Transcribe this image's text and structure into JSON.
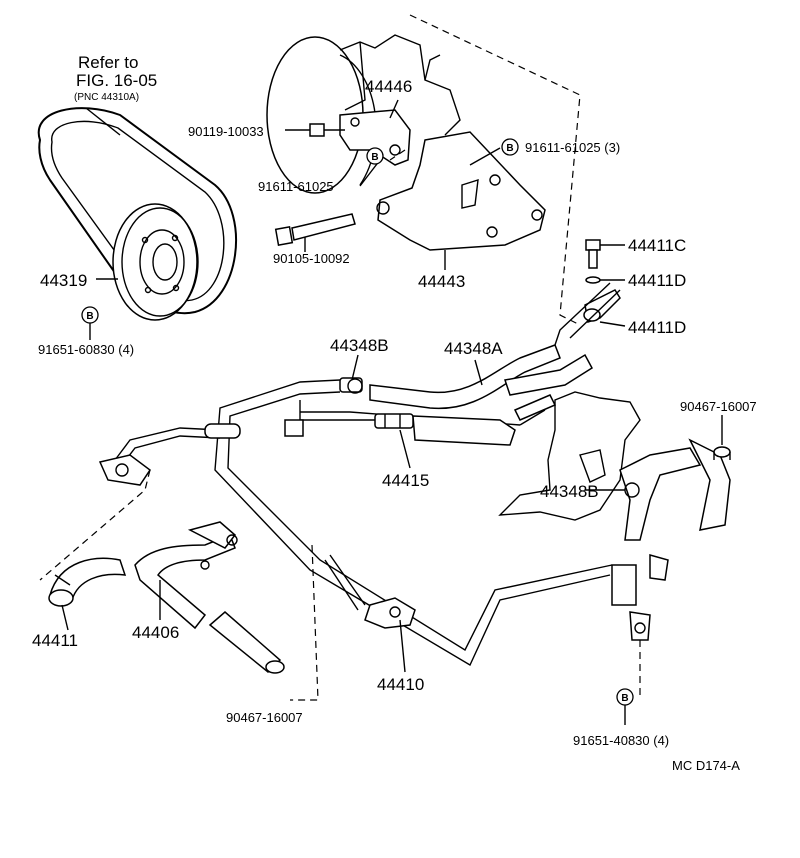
{
  "refer": {
    "line1": "Refer to",
    "line2": "FIG. 16-05",
    "line3": "(PNC 44310A)"
  },
  "parts": {
    "p44446": "44446",
    "p90119": "90119-10033",
    "p91611a": "91611-61025",
    "p91611b": "91611-61025 (3)",
    "p90105": "90105-10092",
    "p44443": "44443",
    "p44319": "44319",
    "p91651a": "91651-60830 (4)",
    "p44411C": "44411C",
    "p44411D1": "44411D",
    "p44411D2": "44411D",
    "p44348B1": "44348B",
    "p44348A": "44348A",
    "p44415": "44415",
    "p90467a": "90467-16007",
    "p44348B2": "44348B",
    "p44411": "44411",
    "p44406": "44406",
    "p44410": "44410",
    "p90467b": "90467-16007",
    "p91651b": "91651-40830 (4)"
  },
  "callout_letter": "B",
  "code": "MC  D174-A"
}
